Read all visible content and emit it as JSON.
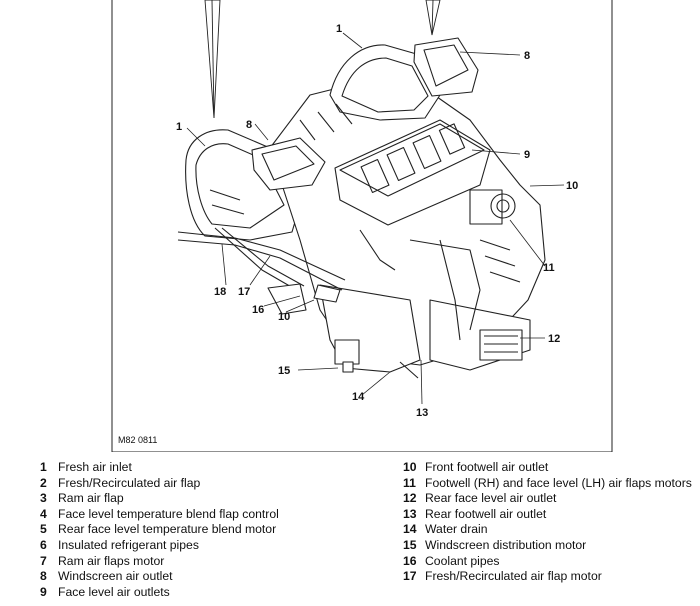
{
  "figure": {
    "code": "M82 0811",
    "callouts": [
      "1",
      "1",
      "8",
      "8",
      "9",
      "10",
      "11",
      "12",
      "13",
      "14",
      "15",
      "10",
      "16",
      "17",
      "18"
    ]
  },
  "legend": {
    "left": [
      {
        "num": "1",
        "text": "Fresh air inlet"
      },
      {
        "num": "2",
        "text": "Fresh/Recirculated air flap"
      },
      {
        "num": "3",
        "text": "Ram air flap"
      },
      {
        "num": "4",
        "text": "Face level temperature blend flap control"
      },
      {
        "num": "5",
        "text": "Rear face level temperature blend motor"
      },
      {
        "num": "6",
        "text": "Insulated refrigerant pipes"
      },
      {
        "num": "7",
        "text": "Ram air flaps motor"
      },
      {
        "num": "8",
        "text": "Windscreen air outlet"
      },
      {
        "num": "9",
        "text": "Face level air outlets"
      }
    ],
    "right": [
      {
        "num": "10",
        "text": "Front footwell air outlet"
      },
      {
        "num": "11",
        "text": "Footwell (RH) and face level (LH) air flaps motors"
      },
      {
        "num": "12",
        "text": "Rear face level air outlet"
      },
      {
        "num": "13",
        "text": "Rear footwell air outlet"
      },
      {
        "num": "14",
        "text": "Water drain"
      },
      {
        "num": "15",
        "text": "Windscreen distribution motor"
      },
      {
        "num": "16",
        "text": "Coolant pipes"
      },
      {
        "num": "17",
        "text": "Fresh/Recirculated air flap motor"
      }
    ]
  }
}
